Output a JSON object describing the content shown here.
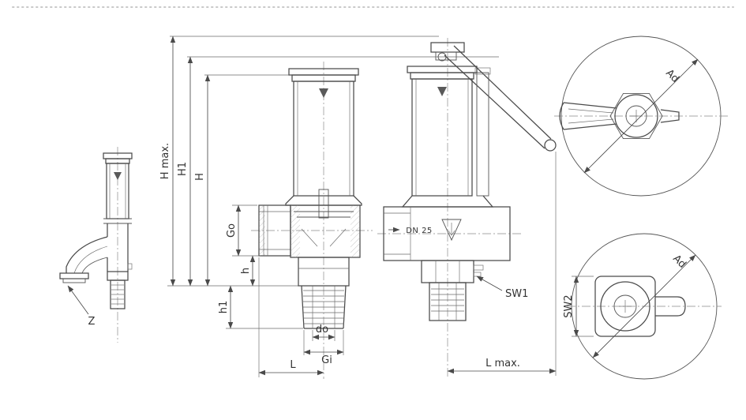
{
  "drawing": {
    "background": "#ffffff",
    "line_color": "#4a4a4a",
    "labels": {
      "h_max": "H max.",
      "h1_overall": "H1",
      "h_overall": "H",
      "go": "Go",
      "h_body": "h",
      "h1_thread": "h1",
      "do": "do",
      "gi": "Gi",
      "l": "L",
      "z": "Z",
      "dn": "DN 25",
      "sw1": "SW1",
      "l_max": "L max.",
      "ad_top": "Ad",
      "sw2": "SW2",
      "ad_bottom": "Ad"
    }
  }
}
